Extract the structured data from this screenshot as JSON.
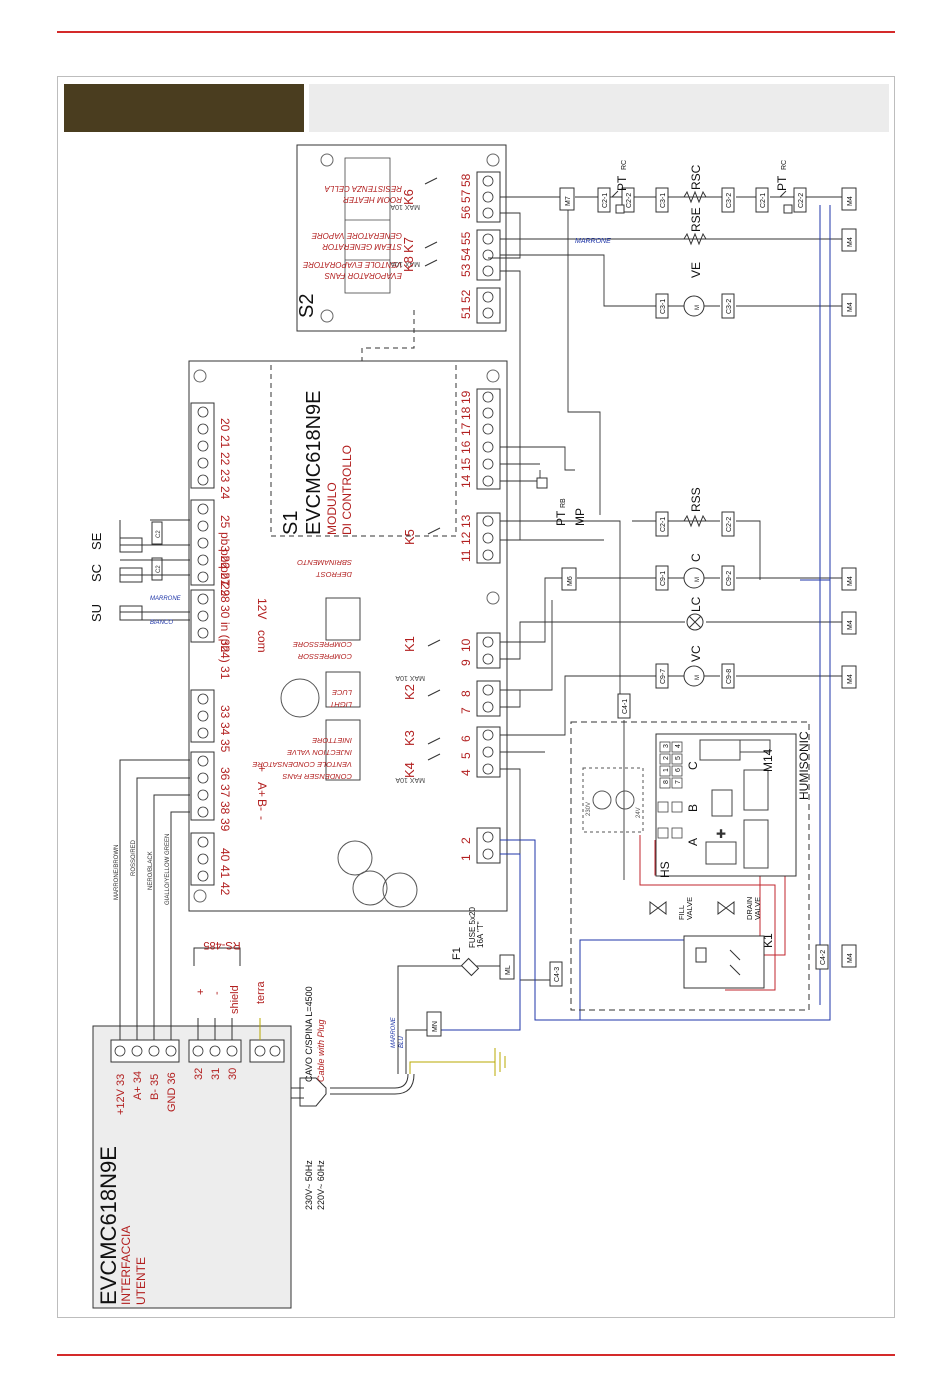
{
  "colors": {
    "accent_red": "#d42a2a",
    "header_dark": "#4a3d1f",
    "header_light": "#ececec",
    "label_red": "#b21f1f",
    "wire_blue": "#1f36a8",
    "wire_red": "#c0262c",
    "earth_yellow": "#b8a800"
  },
  "module_s2": {
    "tag": "S2",
    "terminals": [
      "58",
      "57",
      "56",
      "55",
      "54",
      "53",
      "52",
      "51"
    ],
    "relays": [
      "K6",
      "K7",
      "K8"
    ],
    "max1": "MAX 10A",
    "max2": "MAX 10A",
    "lbl_resist_it": "RESISTENZA CELLA",
    "lbl_resist_en": "ROOM HEATER",
    "lbl_steam_it": "GENERATORE VAPORE",
    "lbl_steam_en": "STEAM GENERATOR",
    "lbl_evap_it": "VENTOLE EVAPORATORE",
    "lbl_evap_en": "EVAPORATOR FANS"
  },
  "module_s1": {
    "tag": "S1",
    "model": "EVCMC618N9E",
    "sub1": "MODULO",
    "sub2": "DI CONTROLLO",
    "right_terminals": [
      "19",
      "18",
      "17",
      "16",
      "15",
      "14",
      "13",
      "12",
      "11",
      "10",
      "9",
      "8",
      "7",
      "6",
      "5",
      "4",
      "2",
      "1"
    ],
    "left_terminals": [
      "20",
      "21",
      "22",
      "23",
      "24",
      "25",
      "26",
      "27",
      "28",
      "29",
      "30",
      "31",
      "32",
      "33",
      "34",
      "35",
      "36",
      "37",
      "38",
      "39",
      "40",
      "41",
      "42"
    ],
    "relays": [
      "K5",
      "K1",
      "K2",
      "K3",
      "K4"
    ],
    "lbl_pb3": "pb3 26",
    "lbl_pb2": "pb2 27",
    "lbl_pb1": "pb1 28",
    "lbl_12v": "12V",
    "lbl_in": "in (pb4) 31",
    "lbl_com": "com",
    "lbl_plus": "+",
    "lbl_aplus": "A+",
    "lbl_bminus": "B-",
    "lbl_minus": "-",
    "lbl_defrost_it": "SBRINAMENTO",
    "lbl_defrost_en": "DEFROST",
    "lbl_comp_it": "COMPRESSORE",
    "lbl_comp_en": "COMPRESSOR",
    "lbl_luce": "LUCE",
    "lbl_light": "LIGHT",
    "lbl_cond_it": "VENTOLE CONDENSATORE",
    "lbl_cond_en": "CONDENSER FANS",
    "lbl_evapvalve_it": "INIETTORE",
    "lbl_evapvalve_en": "INJECTION VALVE",
    "max_k1": "MAX 10A",
    "max_k3": "MAX 10A"
  },
  "sensors": {
    "se": "SE",
    "sc": "SC",
    "su": "SU",
    "c2": "C2",
    "wire_brown": "MARRONE",
    "wire_white": "BIANCO"
  },
  "components": {
    "pt_rc": "PT",
    "rc": "RC",
    "rsc": "RSC",
    "rse": "RSE",
    "ve": "VE",
    "rss": "RSS",
    "c": "C",
    "lc": "LC",
    "vc": "VC",
    "pt_rb": "PT",
    "rb": "RB",
    "mp": "MP",
    "m": "M",
    "wire_marrone": "MARRONE"
  },
  "connectors": [
    "M7",
    "C2-1",
    "C2-2",
    "C3-1",
    "C3-2",
    "C2-1",
    "C2-2",
    "M4",
    "M4",
    "C3-1",
    "C3-2",
    "M4",
    "C2-1",
    "C2-2",
    "M6",
    "C9-1",
    "C9-2",
    "M4",
    "M4",
    "C9-7",
    "C9-8",
    "M4",
    "C4-1",
    "C4-2",
    "M4",
    "C4-3",
    "ML",
    "MN"
  ],
  "humisonic": {
    "title": "HUMISONIC",
    "m14": "M14",
    "hs": "HS",
    "a": "A",
    "b": "B",
    "c": "C",
    "k1": "K1",
    "fill": "FILL",
    "drain": "DRAIN",
    "valve1": "VALVE",
    "valve2": "VALVE",
    "numbers": [
      "1",
      "2",
      "3",
      "4",
      "5",
      "6",
      "7",
      "8"
    ],
    "tr_in": "230V",
    "tr_out": "24V"
  },
  "power": {
    "f1": "F1",
    "fuse": "FUSE 5x20",
    "fuse_rating": "16A \"T\"",
    "cable1": "CAVO C/SPINA L=4500",
    "cable2": "Cable with Plug",
    "v1": "230V~ 50Hz",
    "v2": "220V~ 60Hz",
    "wire_marrone": "MARRONE",
    "wire_blu": "BLU"
  },
  "interface": {
    "model": "EVCMC618N9E",
    "sub1": "INTERFACCIA",
    "sub2": "UTENTE",
    "t33": "+12V 33",
    "t34": "A+  34",
    "t35": "B-   35",
    "t36": "GND 36",
    "t32": "32",
    "t31": "31",
    "t30": "30",
    "wire1": "MARRONE/BROWN",
    "wire2": "ROSSO/RED",
    "wire3": "NERO/BLACK",
    "wire4": "GIALLO/YELLOW GREEN"
  },
  "rs485": {
    "title": "RS-485",
    "plus": "+",
    "minus": "-",
    "shield": "shield",
    "terra": "terra"
  }
}
